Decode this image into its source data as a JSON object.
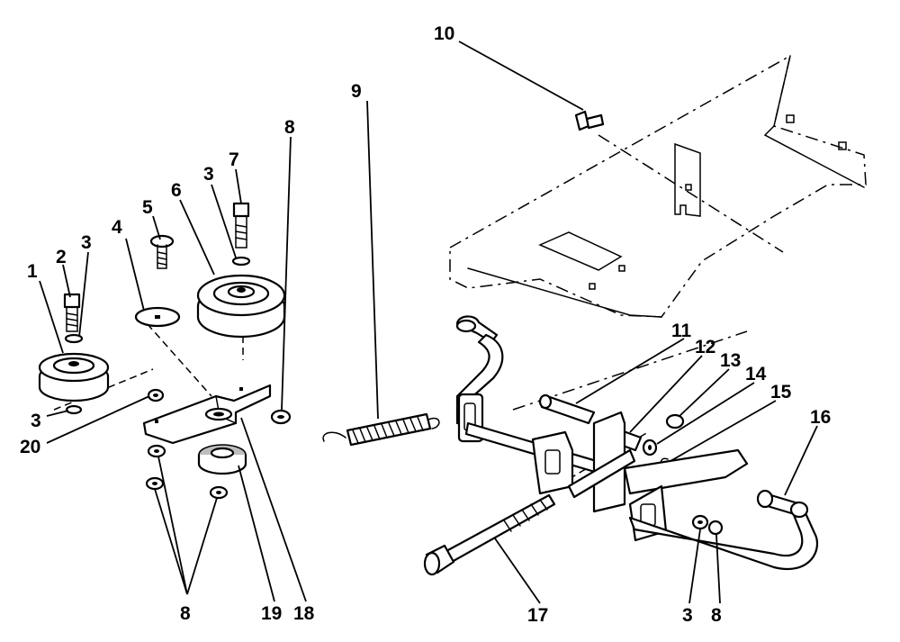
{
  "callouts": {
    "c1": "1",
    "c2": "2",
    "c3a": "3",
    "c3b": "3",
    "c3c": "3",
    "c3d": "3",
    "c4": "4",
    "c5": "5",
    "c6": "6",
    "c7": "7",
    "c8a": "8",
    "c8b": "8",
    "c8c": "8",
    "c9": "9",
    "c10": "10",
    "c11": "11",
    "c12": "12",
    "c13": "13",
    "c14": "14",
    "c15": "15",
    "c16": "16",
    "c17": "17",
    "c18": "18",
    "c19": "19",
    "c20": "20"
  }
}
